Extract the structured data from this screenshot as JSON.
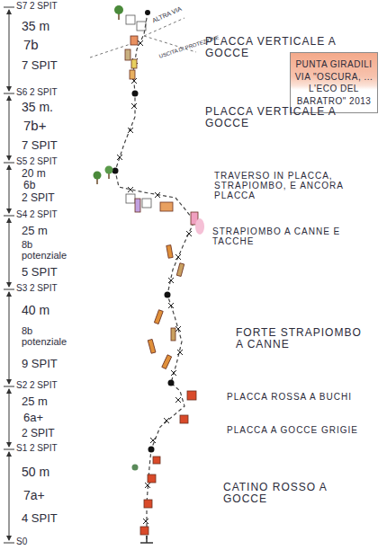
{
  "diagram": {
    "nodes": [
      {
        "text": [
          "PUNTA GIRADILI VIA \"OSCURA, ... L'ECO DEL BARATRO\" 2013"
        ]
      }
    ],
    "labels": [
      "S7 2 SPIT",
      "35 m",
      "7b",
      "7 SPIT",
      "ALTRA VIA",
      "USCITA DI PROTEZIONE",
      "PLACCA VERTICALE A GOCCE",
      "S6 2 SPIT",
      "35 m.",
      "PLACCA VERTICALE A GOCCE",
      "7b+",
      "7 SPIT",
      "S5 2 SPIT",
      "20 m",
      "TRAVERSO IN PLACCA, STRAPIOMBO, E ANCORA PLACCA",
      "6b",
      "2 SPIT",
      "S4 2 SPIT",
      "25 m",
      "STRAPIOMBO A CANNE E TACCHE",
      "8b potenziale",
      "5 SPIT",
      "S3 2 SPIT",
      "40 m",
      "8b potenziale",
      "FORTE STRAPIOMBO A CANNE",
      "9 SPIT",
      "S2 2 SPIT",
      "PLACCA ROSSA A BUCHI",
      "25 m",
      "6a+",
      "PLACCA A GOCCE GRIGIE",
      "2 SPIT",
      "S1 2 SPIT",
      "50 m",
      "CATINO ROSSO A GOCCE",
      "7a+",
      "4 SPIT",
      "S0"
    ]
  }
}
